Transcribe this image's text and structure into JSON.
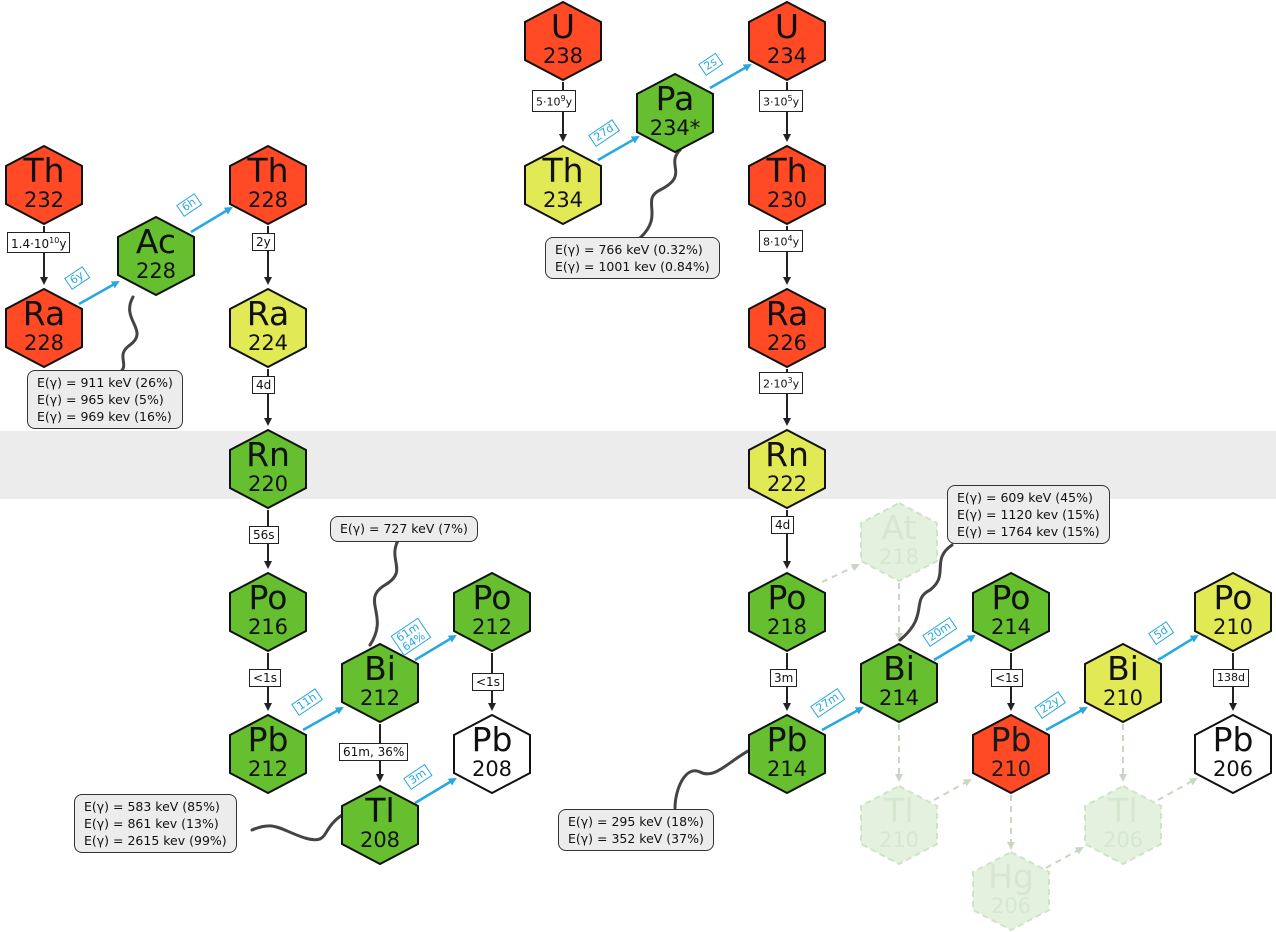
{
  "colors": {
    "red": "#ff4a25",
    "green": "#66bf2f",
    "yellow": "#e1ea55",
    "white": "#ffffff",
    "ghost": "#e3f1de",
    "beta_arrow": "#29a8df",
    "band": "#ececec"
  },
  "nuclides": {
    "th232": {
      "symbol": "Th",
      "mass": "232"
    },
    "ra228": {
      "symbol": "Ra",
      "mass": "228"
    },
    "ac228": {
      "symbol": "Ac",
      "mass": "228"
    },
    "th228": {
      "symbol": "Th",
      "mass": "228"
    },
    "ra224": {
      "symbol": "Ra",
      "mass": "224"
    },
    "rn220": {
      "symbol": "Rn",
      "mass": "220"
    },
    "po216": {
      "symbol": "Po",
      "mass": "216"
    },
    "pb212": {
      "symbol": "Pb",
      "mass": "212"
    },
    "bi212": {
      "symbol": "Bi",
      "mass": "212"
    },
    "po212": {
      "symbol": "Po",
      "mass": "212"
    },
    "pb208": {
      "symbol": "Pb",
      "mass": "208"
    },
    "tl208": {
      "symbol": "Tl",
      "mass": "208"
    },
    "u238": {
      "symbol": "U",
      "mass": "238"
    },
    "th234": {
      "symbol": "Th",
      "mass": "234"
    },
    "pa234": {
      "symbol": "Pa",
      "mass": "234*"
    },
    "u234": {
      "symbol": "U",
      "mass": "234"
    },
    "th230": {
      "symbol": "Th",
      "mass": "230"
    },
    "ra226": {
      "symbol": "Ra",
      "mass": "226"
    },
    "rn222": {
      "symbol": "Rn",
      "mass": "222"
    },
    "po218": {
      "symbol": "Po",
      "mass": "218"
    },
    "at218": {
      "symbol": "At",
      "mass": "218"
    },
    "pb214": {
      "symbol": "Pb",
      "mass": "214"
    },
    "bi214": {
      "symbol": "Bi",
      "mass": "214"
    },
    "po214": {
      "symbol": "Po",
      "mass": "214"
    },
    "tl210": {
      "symbol": "Tl",
      "mass": "210"
    },
    "pb210": {
      "symbol": "Pb",
      "mass": "210"
    },
    "hg206": {
      "symbol": "Hg",
      "mass": "206"
    },
    "bi210": {
      "symbol": "Bi",
      "mass": "210"
    },
    "tl206": {
      "symbol": "Tl",
      "mass": "206"
    },
    "po210": {
      "symbol": "Po",
      "mass": "210"
    },
    "pb206": {
      "symbol": "Pb",
      "mass": "206"
    }
  },
  "alpha_labels": {
    "th232": {
      "pre": "1.4·10",
      "sup": "10",
      "post": "y"
    },
    "th228": {
      "pre": "2y",
      "sup": "",
      "post": ""
    },
    "ra224": {
      "pre": "4d",
      "sup": "",
      "post": ""
    },
    "rn220": {
      "pre": "56s",
      "sup": "",
      "post": ""
    },
    "po216": {
      "pre": "<1s",
      "sup": "",
      "post": ""
    },
    "po212": {
      "pre": "<1s",
      "sup": "",
      "post": ""
    },
    "bi212": {
      "pre": "61m, 36%",
      "sup": "",
      "post": ""
    },
    "u238": {
      "pre": "5·10",
      "sup": "9",
      "post": "y"
    },
    "u234": {
      "pre": "3·10",
      "sup": "5",
      "post": "y"
    },
    "th230": {
      "pre": "8·10",
      "sup": "4",
      "post": "y"
    },
    "ra226": {
      "pre": "2·10",
      "sup": "3",
      "post": "y"
    },
    "rn222": {
      "pre": "4d",
      "sup": "",
      "post": ""
    },
    "po218": {
      "pre": "3m",
      "sup": "",
      "post": ""
    },
    "po214": {
      "pre": "<1s",
      "sup": "",
      "post": ""
    },
    "po210": {
      "pre": "138d",
      "sup": "",
      "post": ""
    }
  },
  "beta_labels": {
    "ra228": "6y",
    "ac228": "6h",
    "pb212": "11h",
    "bi212_a": "61m",
    "bi212_b": "64%",
    "tl208": "3m",
    "th234": "27d",
    "pa234": "2s",
    "pb214": "27m",
    "bi214": "20m",
    "pb210": "22y",
    "bi210": "5d"
  },
  "gamma": {
    "ac228": [
      "E(γ) = 911 keV (26%)",
      "E(γ) = 965 kev (5%)",
      "E(γ) = 969 kev (16%)"
    ],
    "pa234": [
      "E(γ) = 766 keV (0.32%)",
      "E(γ) = 1001 kev (0.84%)"
    ],
    "bi212": [
      "E(γ) = 727 keV (7%)"
    ],
    "tl208": [
      "E(γ) = 583 keV (85%)",
      "E(γ) = 861 kev (13%)",
      "E(γ) = 2615 kev (99%)"
    ],
    "bi214": [
      "E(γ) = 609 keV (45%)",
      "E(γ) = 1120 kev (15%)",
      "E(γ) = 1764 kev (15%)"
    ],
    "pb214": [
      "E(γ) = 295 keV (18%)",
      "E(γ) = 352 keV (37%)"
    ]
  }
}
